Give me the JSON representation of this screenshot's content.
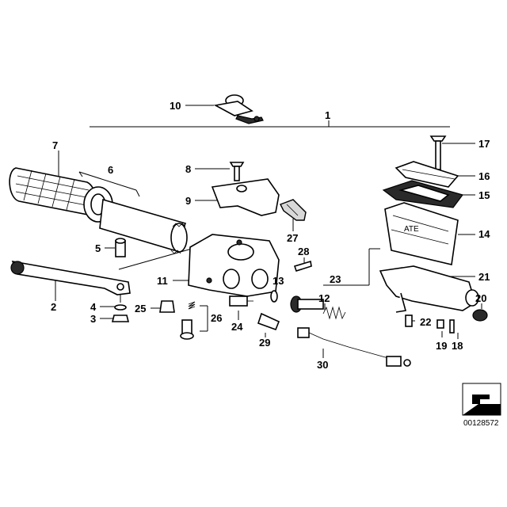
{
  "doc_number": "00128572",
  "labels": [
    "1",
    "2",
    "3",
    "4",
    "5",
    "6",
    "7",
    "8",
    "9",
    "10",
    "11",
    "12",
    "13",
    "14",
    "15",
    "16",
    "17",
    "18",
    "19",
    "20",
    "21",
    "22",
    "23",
    "24",
    "25",
    "26",
    "27",
    "28",
    "29",
    "30"
  ],
  "icons": {
    "doc_corner": "folded-page-arrow-icon"
  }
}
